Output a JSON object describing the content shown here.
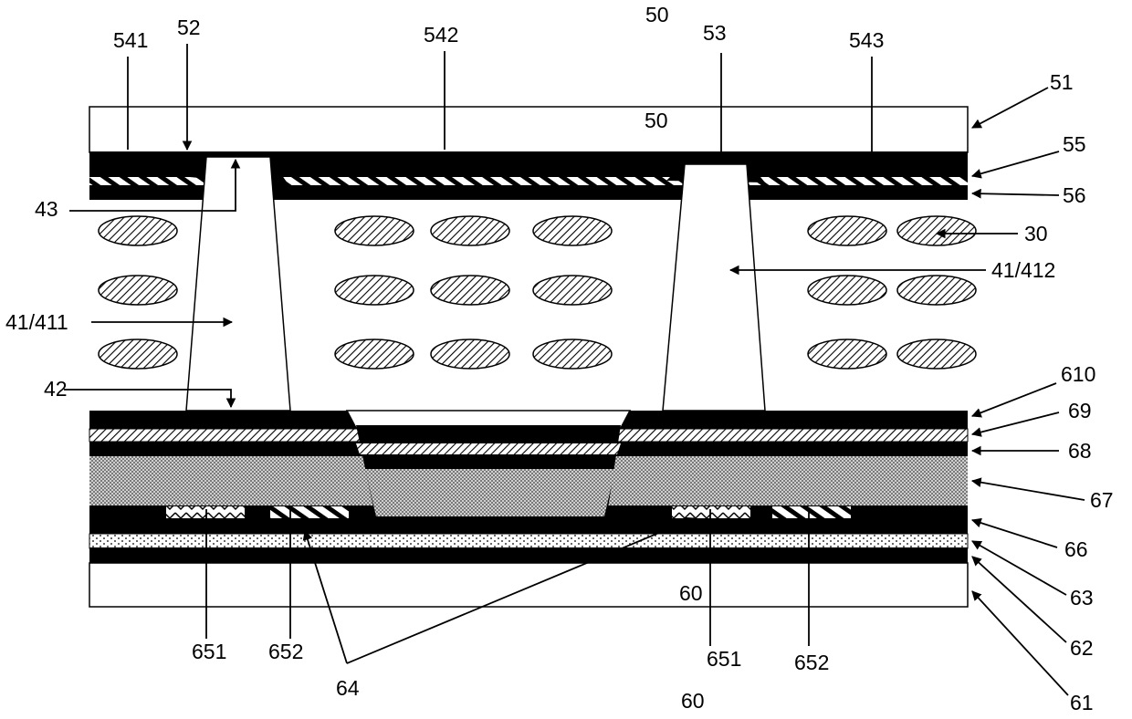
{
  "labels": {
    "l541": "541",
    "l52": "52",
    "l542": "542",
    "l50": "50",
    "l53": "53",
    "l543": "543",
    "l51": "51",
    "l55": "55",
    "l56": "56",
    "l43": "43",
    "l30": "30",
    "l41_412": "41/412",
    "l41_411": "41/411",
    "l42": "42",
    "l610": "610",
    "l69": "69",
    "l68": "68",
    "l67": "67",
    "l66": "66",
    "l63": "63",
    "l62": "62",
    "l61": "61",
    "l651a": "651",
    "l652a": "652",
    "l64": "64",
    "l651b": "651",
    "l652b": "652",
    "l60": "60"
  }
}
